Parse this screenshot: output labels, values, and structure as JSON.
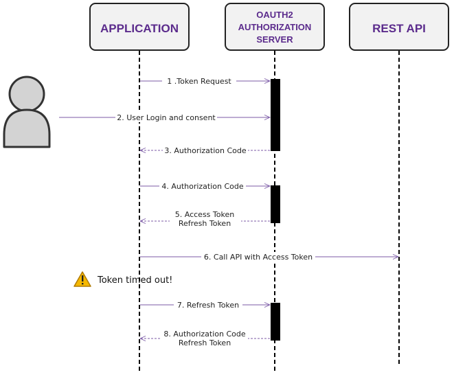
{
  "participants": [
    {
      "id": "app",
      "lines": [
        "APPLICATION"
      ]
    },
    {
      "id": "auth",
      "lines": [
        "OAUTH2",
        "AUTHORIZATION",
        "SERVER"
      ]
    },
    {
      "id": "api",
      "lines": [
        "REST API"
      ]
    }
  ],
  "user_actor": {
    "icon": "user-icon"
  },
  "messages": [
    {
      "id": "m1",
      "lines": [
        "1 .Token Request"
      ],
      "from": "app",
      "to": "auth",
      "style": "solid"
    },
    {
      "id": "m2",
      "lines": [
        "2. User Login and consent"
      ],
      "from": "user",
      "to": "auth",
      "style": "solid"
    },
    {
      "id": "m3",
      "lines": [
        "3. Authorization Code"
      ],
      "from": "auth",
      "to": "app",
      "style": "dashed"
    },
    {
      "id": "m4",
      "lines": [
        "4. Authorization Code"
      ],
      "from": "app",
      "to": "auth",
      "style": "solid"
    },
    {
      "id": "m5",
      "lines": [
        "5. Access Token",
        "Refresh Token"
      ],
      "from": "auth",
      "to": "app",
      "style": "dashed"
    },
    {
      "id": "m6",
      "lines": [
        "6. Call API with Access Token"
      ],
      "from": "app",
      "to": "api",
      "style": "solid"
    },
    {
      "id": "m7",
      "lines": [
        "7. Refresh Token"
      ],
      "from": "app",
      "to": "auth",
      "style": "solid"
    },
    {
      "id": "m8",
      "lines": [
        "8. Authorization Code",
        "Refresh Token"
      ],
      "from": "auth",
      "to": "app",
      "style": "dashed"
    }
  ],
  "note": {
    "text": "Token timed out!",
    "icon": "warning-icon"
  },
  "colors": {
    "participant_label": "#5b2b8c",
    "message_line": "#7b5aa6",
    "warning_fill": "#f5b800"
  }
}
